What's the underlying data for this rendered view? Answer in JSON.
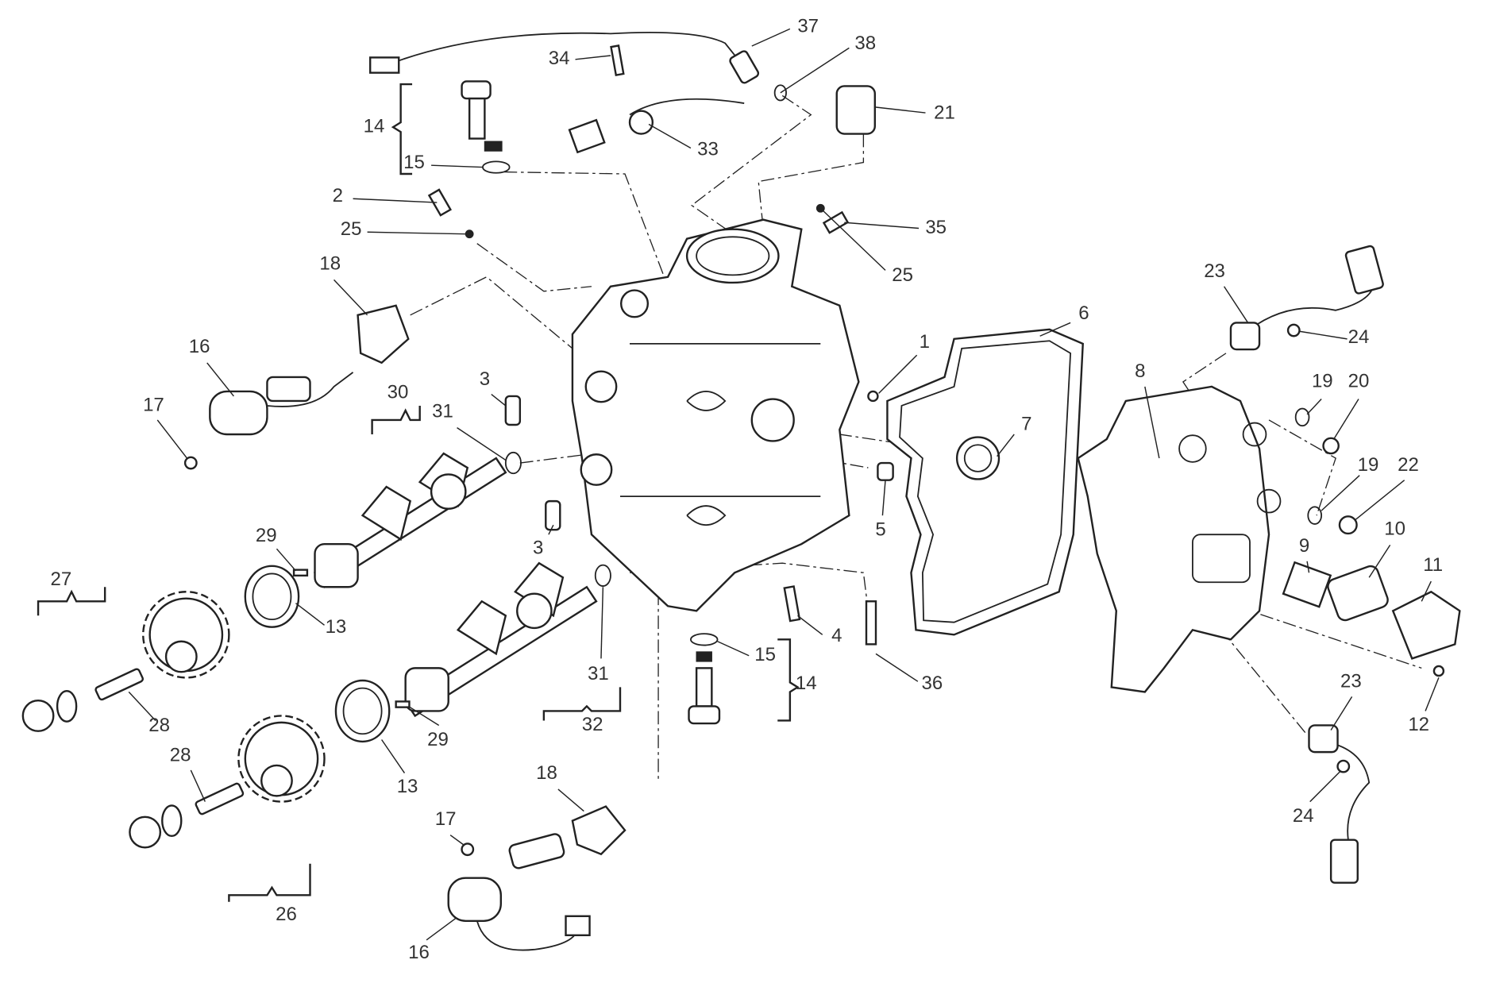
{
  "diagram": {
    "title": "Cylinder head exploded view",
    "callouts": [
      "37",
      "38",
      "34",
      "21",
      "14",
      "15",
      "33",
      "2",
      "35",
      "25",
      "25",
      "18",
      "6",
      "1",
      "23",
      "24",
      "16",
      "8",
      "19",
      "20",
      "3",
      "30",
      "31",
      "17",
      "7",
      "19",
      "22",
      "5",
      "3",
      "10",
      "9",
      "11",
      "29",
      "27",
      "13",
      "4",
      "15",
      "14",
      "36",
      "31",
      "12",
      "23",
      "28",
      "32",
      "29",
      "13",
      "28",
      "18",
      "24",
      "17",
      "26",
      "16"
    ]
  }
}
